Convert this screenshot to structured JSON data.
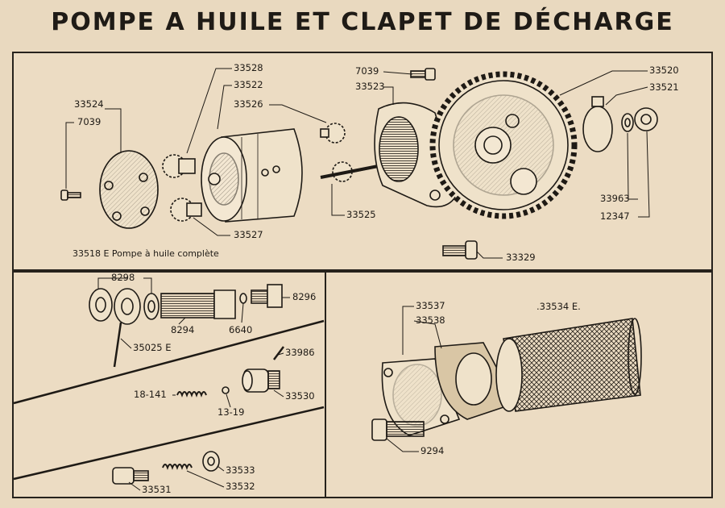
{
  "title": "POMPE A HUILE ET CLAPET DE DÉCHARGE",
  "top_panel": {
    "caption": "33518 E  Pompe à huile complète",
    "labels": {
      "p33524": "33524",
      "p7039a": "7039",
      "p33528": "33528",
      "p33522": "33522",
      "p33526": "33526",
      "p7039b": "7039",
      "p33523": "33523",
      "p33520": "33520",
      "p33521": "33521",
      "p33963": "33963",
      "p12347": "12347",
      "p33525": "33525",
      "p33527": "33527",
      "p33329": "33329"
    }
  },
  "left_panel": {
    "labels": {
      "p8298": "8298",
      "p8296": "8296",
      "p8294": "8294",
      "p6640": "6640",
      "p35025": "35025 E",
      "p33986": "33986",
      "p18141": "18-141",
      "p33530": "33530",
      "p1319": "13-19",
      "p33533": "33533",
      "p33531": "33531",
      "p33532": "33532"
    }
  },
  "right_panel": {
    "labels": {
      "p33537": "33537",
      "p33538": "33538",
      "p33534": ".33534 E.",
      "p9294": "9294"
    }
  }
}
